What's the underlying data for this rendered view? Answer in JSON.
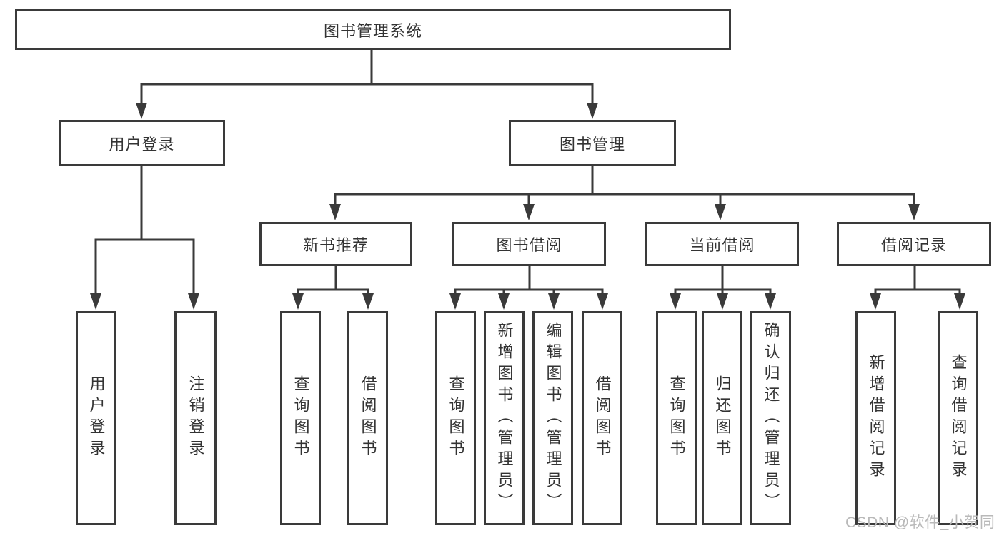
{
  "colors": {
    "line": "#3a3a3a",
    "text": "#333333",
    "background": "#ffffff",
    "watermark": "#b9b9b9"
  },
  "watermark": {
    "text": "CSDN @软件_小贺同学"
  },
  "nodes": {
    "root": "图书管理系统",
    "user_login": "用户登录",
    "book_management": "图书管理",
    "new_book_recommend": "新书推荐",
    "book_borrow": "图书借阅",
    "current_borrow": "当前借阅",
    "borrow_records": "借阅记录",
    "leaf_user_login": "用户登录",
    "leaf_logout": "注销登录",
    "leaf_nbr_query_books": "查询图书",
    "leaf_nbr_borrow_books": "借阅图书",
    "leaf_bb_query_books": "查询图书",
    "leaf_bb_add_books_admin": "新增图书（管理员）",
    "leaf_bb_edit_books_admin": "编辑图书（管理员）",
    "leaf_bb_borrow_books": "借阅图书",
    "leaf_cb_query_books": "查询图书",
    "leaf_cb_return_books": "归还图书",
    "leaf_cb_confirm_return_admin": "确认归还（管理员）",
    "leaf_br_add_record": "新增借阅记录",
    "leaf_br_query_record": "查询借阅记录"
  }
}
